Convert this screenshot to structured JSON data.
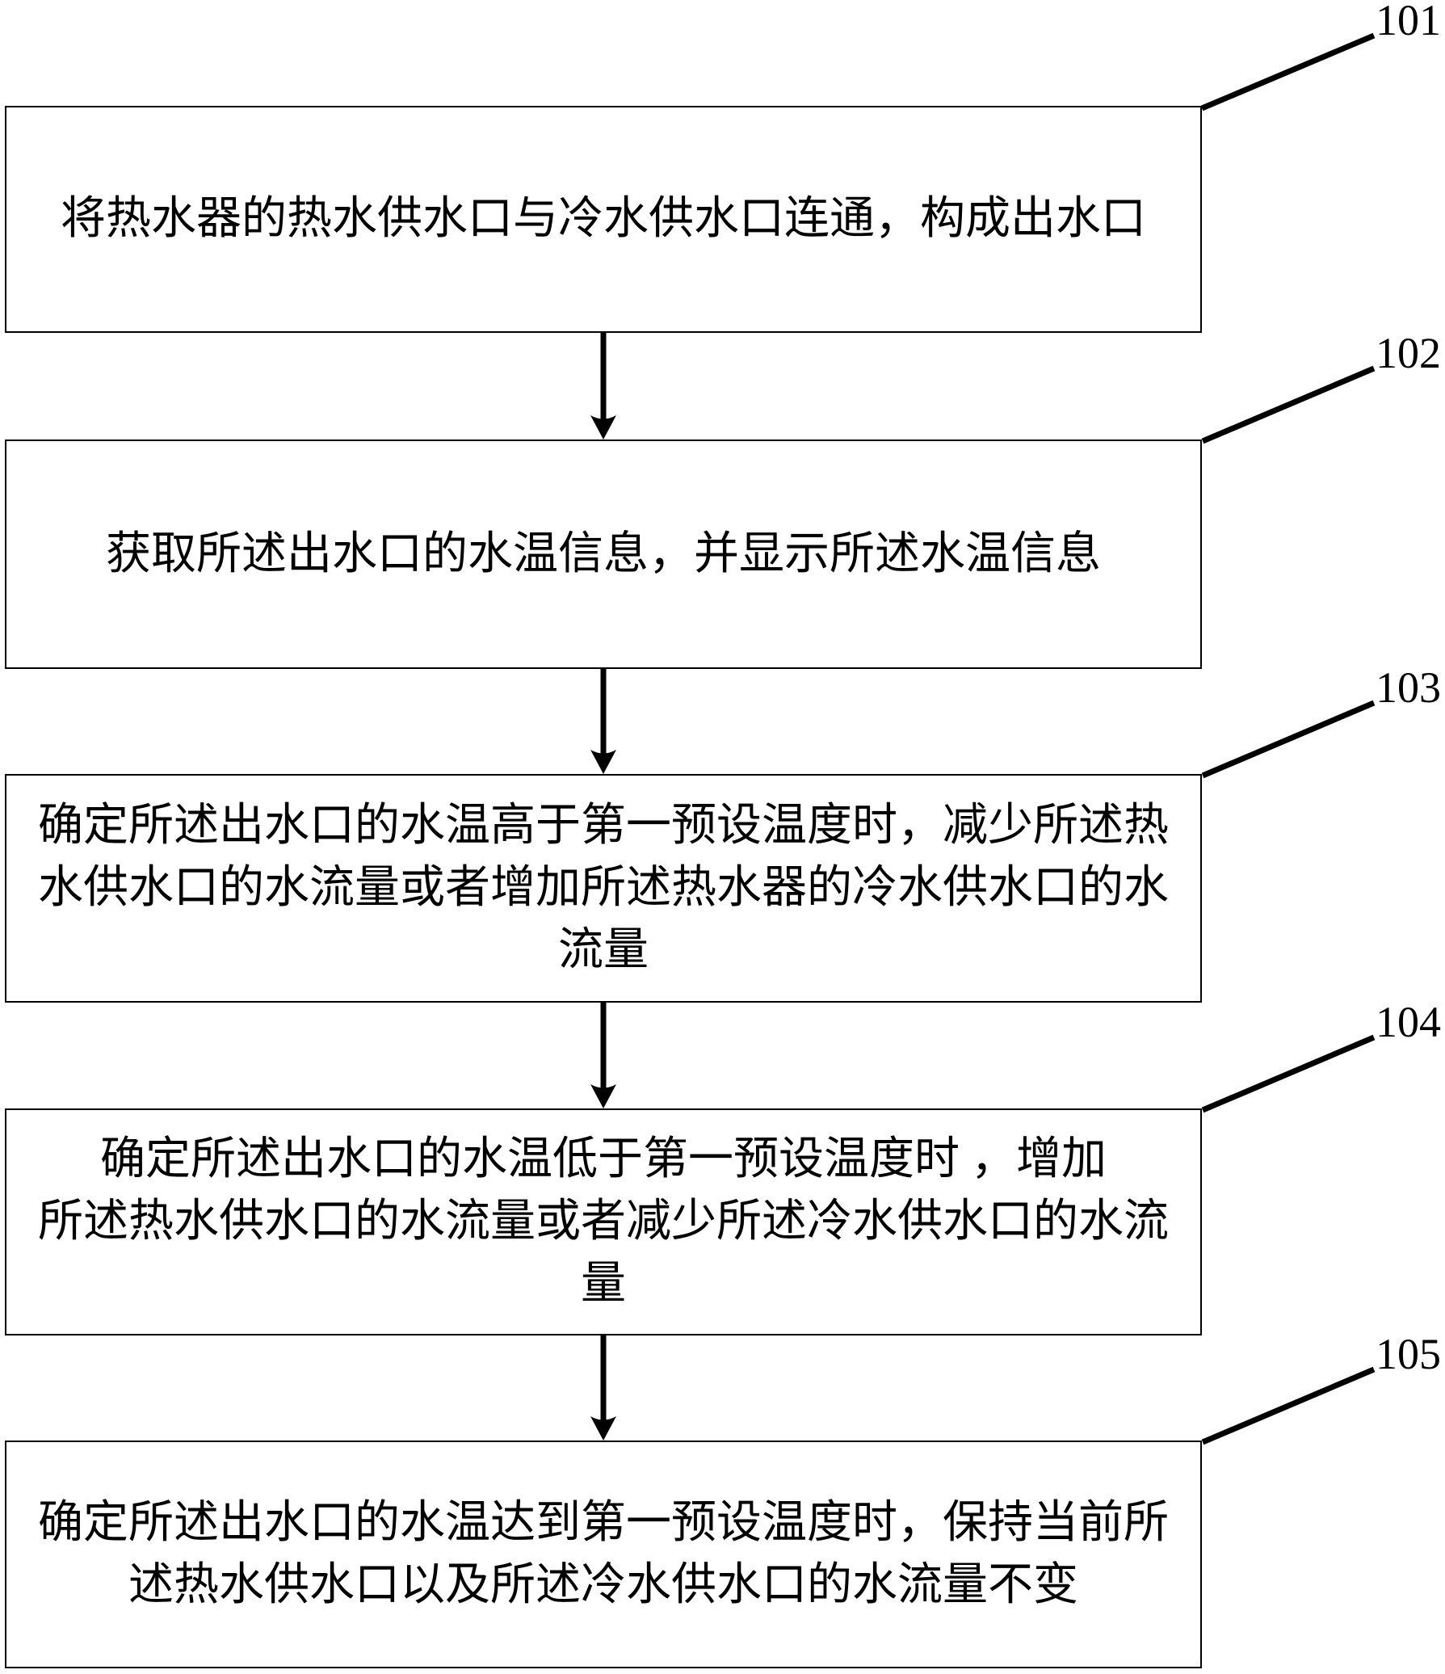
{
  "figure": {
    "type": "flowchart",
    "background_color": "#ffffff",
    "line_color": "#000000",
    "steps": [
      {
        "id": "101",
        "lines": [
          "将热水器的热水供水口与冷水供水口连通，构成出水口"
        ]
      },
      {
        "id": "102",
        "lines": [
          "获取所述出水口的水温信息，并显示所述水温信息"
        ]
      },
      {
        "id": "103",
        "lines": [
          "确定所述出水口的水温高于第一预设温度时，减少所述热",
          "水供水口的水流量或者增加所述热水器的冷水供水口的水",
          "流量"
        ]
      },
      {
        "id": "104",
        "lines": [
          "确定所述出水口的水温低于第一预设温度时 ，增加",
          "所述热水供水口的水流量或者减少所述冷水供水口的水流",
          "量"
        ]
      },
      {
        "id": "105",
        "lines": [
          "确定所述出水口的水温达到第一预设温度时，保持当前所",
          "述热水供水口以及所述冷水供水口的水流量不变"
        ]
      }
    ]
  }
}
